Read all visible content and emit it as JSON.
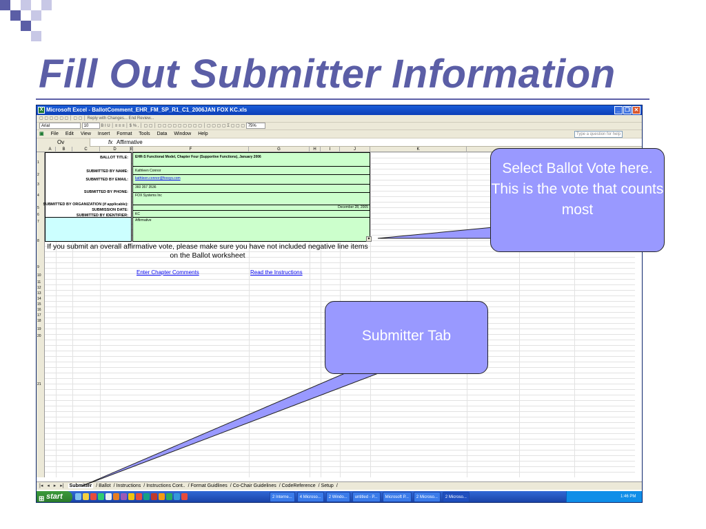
{
  "slide": {
    "title": "Fill Out Submitter Information",
    "title_color": "#5b5ea6"
  },
  "excel": {
    "window_title": "Microsoft Excel - BallotComment_EHR_FM_SP_R1_C1_2006JAN FOX KC.xls",
    "toolbar1_text": "Reply with Changes...  End Review...",
    "toolbar2_font": "Arial",
    "toolbar2_size": "10",
    "toolbar2_zoom": "75%",
    "menu": [
      "File",
      "Edit",
      "View",
      "Insert",
      "Format",
      "Tools",
      "Data",
      "Window",
      "Help"
    ],
    "help_placeholder": "Type a question for help",
    "namebox_value": "Ov",
    "fx_symbol": "fx",
    "formula_value": "Affirmative",
    "columns": [
      "A",
      "B",
      "C",
      "D",
      "E",
      "F",
      "G",
      "H",
      "I",
      "J",
      "K"
    ],
    "rows": [
      "1",
      "2",
      "3",
      "4",
      "5",
      "6",
      "7",
      "8",
      "9",
      "10",
      "11",
      "12",
      "13",
      "14",
      "15",
      "16",
      "17",
      "18",
      "19",
      "20",
      "21"
    ],
    "labels": {
      "ballot_title": "BALLOT TITLE:",
      "submitted_by_name": "SUBMITTED BY NAME:",
      "submitted_by_email": "SUBMITTED BY EMAIL:",
      "submitted_by_phone": "SUBMITTED BY PHONE:",
      "submitted_by_org": "SUBMITTED BY ORGANIZATION (if applicable):",
      "submission_date": "SUBMISSION DATE:",
      "submitted_by_identifier": "SUBMITTED BY IDENTIFIER:"
    },
    "values": {
      "ballot_title": "EHR-S Functional Model, Chapter Four (Supportive Functions), January 2006",
      "name": "Kathleen Connor",
      "email": "kathleen.connor@foxsys.com",
      "phone": "360 357 3536",
      "org": "FOX Systems Inc",
      "date": "December 28, 2005",
      "identifier": "KC",
      "vote": "Affirmative"
    },
    "note_line1": "If you submit an overall affirmative vote, please make sure you have not included negative line items",
    "note_line2": "on the Ballot worksheet",
    "link_chapter": "Enter Chapter Comments",
    "link_instructions": "Read the Instructions",
    "sheet_tabs": [
      "Submitter",
      "Ballot",
      "Instructions",
      "Instructions Cont..",
      "Format Guidlines",
      "Co-Chair Guidelines",
      "CodeReference",
      "Setup"
    ],
    "active_tab": "Submitter",
    "taskbar": {
      "start": "start",
      "tasks": [
        "2 Interne...",
        "4 Microso...",
        "2 Windo...",
        "untitled - P...",
        "Microsoft P...",
        "2 Microso...",
        "2 Microso..."
      ],
      "clock": "1:46 PM"
    }
  },
  "callouts": {
    "ballot_vote": "Select Ballot Vote here.  This is the vote that counts most",
    "submitter_tab": "Submitter Tab",
    "fill_color": "#9999ff"
  }
}
